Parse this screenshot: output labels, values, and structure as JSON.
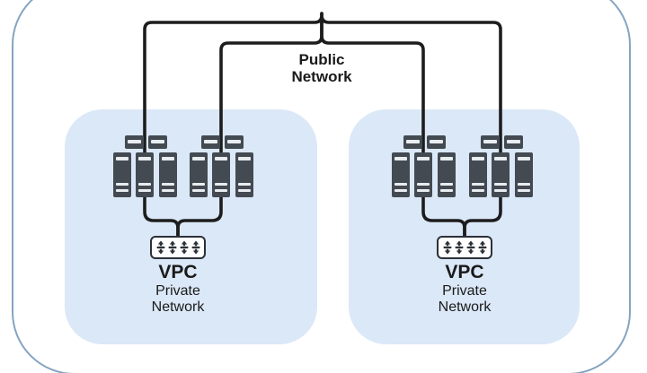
{
  "diagram": {
    "public_network_label": "Public Network",
    "vpcs": [
      {
        "title": "VPC",
        "subtitle": "Private Network"
      },
      {
        "title": "VPC",
        "subtitle": "Private Network"
      }
    ]
  },
  "icons": {
    "server_cluster": "server-rack-icon",
    "switch": "switch-icon",
    "switch_port": "updown-arrow-icon"
  },
  "colors": {
    "connector_line": "#1d1d1d",
    "vpc_box_fill": "#dbe8f7",
    "outer_border": "#85a4c2",
    "server_body": "#434a52",
    "server_slot": "#e9edf0",
    "switch_border": "#2b3137",
    "switch_fill": "#ffffff",
    "text": "#1a1a1a",
    "background": "#ffffff"
  }
}
